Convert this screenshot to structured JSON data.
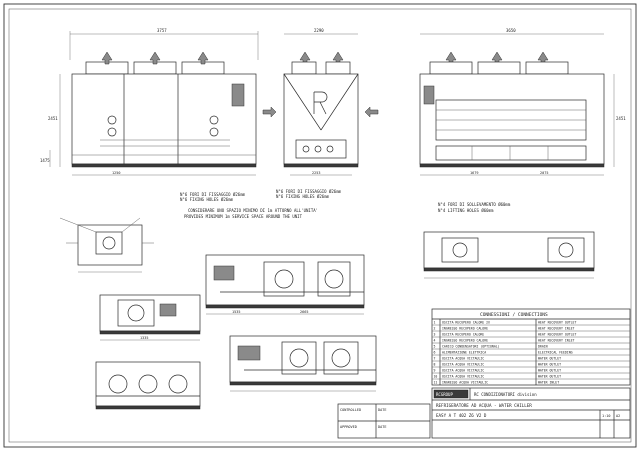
{
  "notes": {
    "fixing_holes_1": "N°6 FORI DI FISSAGGIO Ø26mm",
    "fixing_holes_2": "N°6 FIXING HOLES Ø26mm",
    "lifting_holes_1": "N°4 FORI DI SOLLEVAMENTO Ø60mm",
    "lifting_holes_2": "N°4 LIFTING HOLES Ø60mm",
    "service_space_1": "CONSIDERARE UNO SPAZIO MINIMO DI 1m ATTORNO ALL'UNITA'",
    "service_space_2": "PROVIDES MINIMUM 1m SERVICE SPACE AROUND THE UNIT"
  },
  "dimensions": {
    "front_width": "3757",
    "side_width": "2290",
    "rear_width": "3650",
    "height_left": "2451",
    "height_right": "2451",
    "d_1475": "1475",
    "d_1250": "1250",
    "d_2253": "2253",
    "d_1679": "1679",
    "d_2075": "2075",
    "d_2665": "2665",
    "d_1535": "1535",
    "d_1335": "1335"
  },
  "connections": {
    "title": "CONNESSIONI  /  CONNECTIONS",
    "rows": [
      {
        "n": "1",
        "it": "USCITA RECUPERO CALORE 2X",
        "en": "HEAT RECOVERY OUTLET"
      },
      {
        "n": "2",
        "it": "INGRESSO RECUPERO CALORE",
        "en": "HEAT RECOVERY INLET"
      },
      {
        "n": "3",
        "it": "USCITA RECUPERO CALORE",
        "en": "HEAT RECOVERY OUTLET"
      },
      {
        "n": "4",
        "it": "INGRESSO RECUPERO CALORE",
        "en": "HEAT RECOVERY INLET"
      },
      {
        "n": "5",
        "it": "CARICO CONDENSATORI (OPTIONAL)",
        "en": "DRAIN"
      },
      {
        "n": "6",
        "it": "ALIMENTAZIONE ELETTRICA",
        "en": "ELECTRICAL FEEDING"
      },
      {
        "n": "7",
        "it": "USCITA ACQUA VICTAULIC",
        "en": "WATER OUTLET"
      },
      {
        "n": "8",
        "it": "USCITA ACQUA VICTAULIC",
        "en": "WATER OUTLET"
      },
      {
        "n": "9",
        "it": "USCITA ACQUA VICTAULIC",
        "en": "WATER OUTLET"
      },
      {
        "n": "10",
        "it": "USCITA ACQUA VICTAULIC",
        "en": "WATER OUTLET"
      },
      {
        "n": "11",
        "it": "INGRESSO ACQUA VICTAULIC",
        "en": "WATER INLET"
      }
    ]
  },
  "title_block": {
    "company": "RC CONDIZIONATORI division",
    "description": "REFRIGERATORE AD ACQUA - WATER CHILLER",
    "model": "EASY A T 402 Z6 V2 D",
    "controlled": "CONTROLLED",
    "approved": "APPROVED",
    "date": "DATE",
    "scale": "1:10",
    "sheet": "A2",
    "footer": "RCGROUP"
  }
}
